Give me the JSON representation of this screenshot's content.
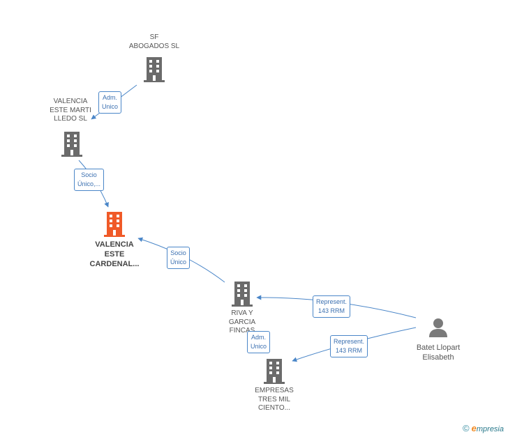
{
  "nodes": {
    "sf_abogados": {
      "label_lines": [
        "SF",
        "ABOGADOS SL"
      ],
      "icon": "building-icon"
    },
    "valencia_marti": {
      "label_lines": [
        "VALENCIA",
        "ESTE MARTI",
        "LLEDO  SL"
      ],
      "icon": "building-icon"
    },
    "valencia_cardenal": {
      "label_lines": [
        "VALENCIA",
        "ESTE",
        "CARDENAL..."
      ],
      "icon": "building-icon"
    },
    "riva_garcia": {
      "label_lines": [
        "RIVA Y",
        "GARCIA",
        "FINCAS"
      ],
      "icon": "building-icon"
    },
    "empresas_tres_mil": {
      "label_lines": [
        "EMPRESAS",
        "TRES MIL",
        "CIENTO..."
      ],
      "icon": "building-icon"
    },
    "batet": {
      "label_lines": [
        "Batet Llopart",
        "Elisabeth"
      ],
      "icon": "person-icon"
    }
  },
  "edges": {
    "sf_to_marti": {
      "label_lines": [
        "Adm.",
        "Unico"
      ]
    },
    "marti_to_cardenal": {
      "label_lines": [
        "Socio",
        "Único,..."
      ]
    },
    "riva_to_cardenal": {
      "label_lines": [
        "Socio",
        "Único"
      ]
    },
    "batet_to_riva": {
      "label_lines": [
        "Represent.",
        "143 RRM"
      ]
    },
    "batet_to_empresas": {
      "label_lines": [
        "Represent.",
        "143 RRM"
      ]
    },
    "riva_to_empresas": {
      "label_lines": [
        "Adm.",
        "Unico"
      ]
    }
  },
  "colors": {
    "edge": "#4a86c8",
    "building": "#6b6b6b",
    "focus_building": "#f05a28",
    "person": "#7a7a7a"
  },
  "copyright": {
    "symbol": "©",
    "brand_initial": "e",
    "brand_rest": "mpresia"
  }
}
